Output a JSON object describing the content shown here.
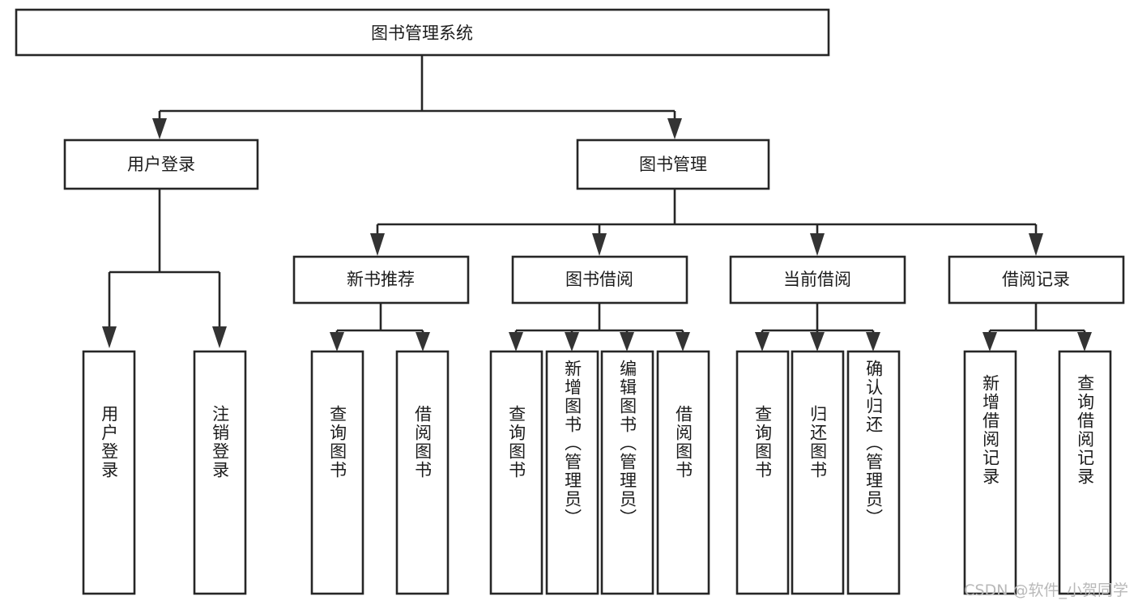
{
  "diagram": {
    "type": "tree",
    "title": "图书管理系统",
    "orientation": "top-down",
    "colors": {
      "box_stroke": "#262626",
      "box_fill": "#ffffff",
      "connector": "#262626",
      "arrow": "#333333",
      "text": "#1c1c1c",
      "watermark": "#b9b9b9",
      "background": "#ffffff"
    },
    "levels": {
      "root": {
        "label": "图书管理系统"
      },
      "level2": [
        {
          "label": "用户登录"
        },
        {
          "label": "图书管理"
        }
      ],
      "level3": [
        {
          "label": "新书推荐"
        },
        {
          "label": "图书借阅"
        },
        {
          "label": "当前借阅"
        },
        {
          "label": "借阅记录"
        }
      ],
      "leaves": [
        {
          "label": "用户登录",
          "parent": "用户登录"
        },
        {
          "label": "注销登录",
          "parent": "用户登录"
        },
        {
          "label": "查询图书",
          "parent": "新书推荐"
        },
        {
          "label": "借阅图书",
          "parent": "新书推荐"
        },
        {
          "label": "查询图书",
          "parent": "图书借阅"
        },
        {
          "label": "新增图书（管理员）",
          "parent": "图书借阅"
        },
        {
          "label": "编辑图书（管理员）",
          "parent": "图书借阅"
        },
        {
          "label": "借阅图书",
          "parent": "图书借阅"
        },
        {
          "label": "查询图书",
          "parent": "当前借阅"
        },
        {
          "label": "归还图书",
          "parent": "当前借阅"
        },
        {
          "label": "确认归还（管理员）",
          "parent": "当前借阅"
        },
        {
          "label": "新增借阅记录",
          "parent": "借阅记录"
        },
        {
          "label": "查询借阅记录",
          "parent": "借阅记录"
        }
      ]
    }
  },
  "watermark": {
    "text": "CSDN @软件_小贺同学"
  }
}
